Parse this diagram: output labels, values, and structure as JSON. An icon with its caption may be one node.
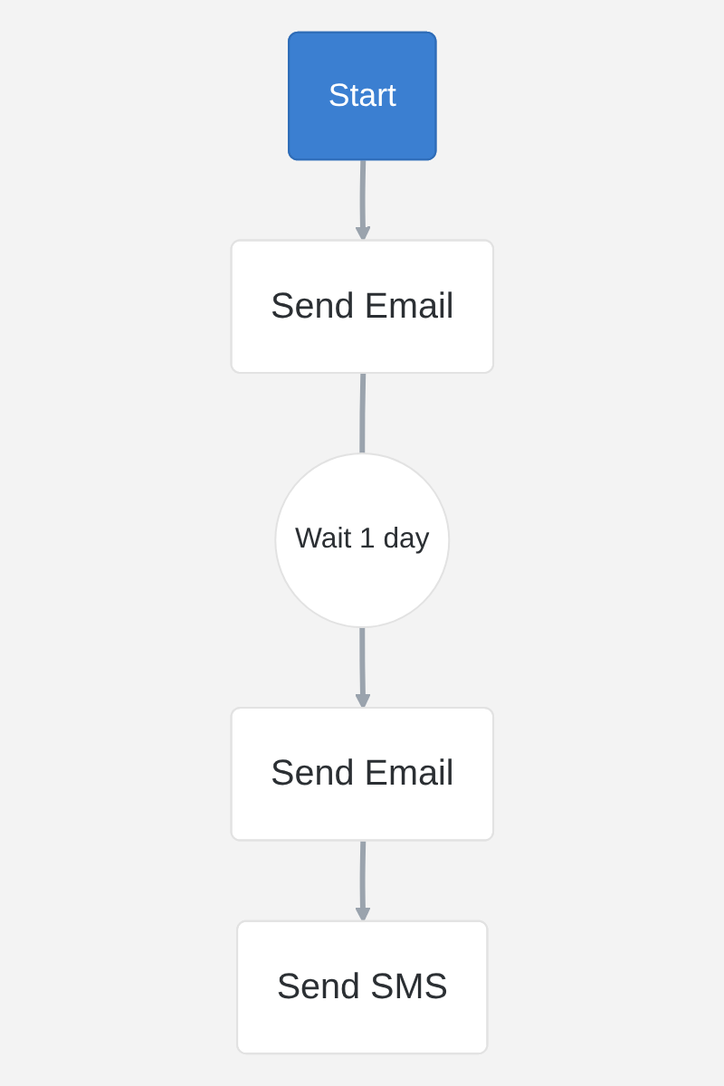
{
  "diagram": {
    "nodes": [
      {
        "text": [
          "Start"
        ]
      },
      {
        "text": [
          "Send Email"
        ]
      },
      {
        "text": [
          "Wait 1 day"
        ]
      },
      {
        "text": [
          "Send Email"
        ]
      },
      {
        "text": [
          "Send SMS"
        ]
      }
    ],
    "edges": [
      {
        "from": 0,
        "to": 1,
        "arrow": "to"
      },
      {
        "from": 1,
        "to": 2,
        "arrow": "none"
      },
      {
        "from": 2,
        "to": 3,
        "arrow": "to"
      },
      {
        "from": 3,
        "to": 4,
        "arrow": "to"
      }
    ]
  }
}
